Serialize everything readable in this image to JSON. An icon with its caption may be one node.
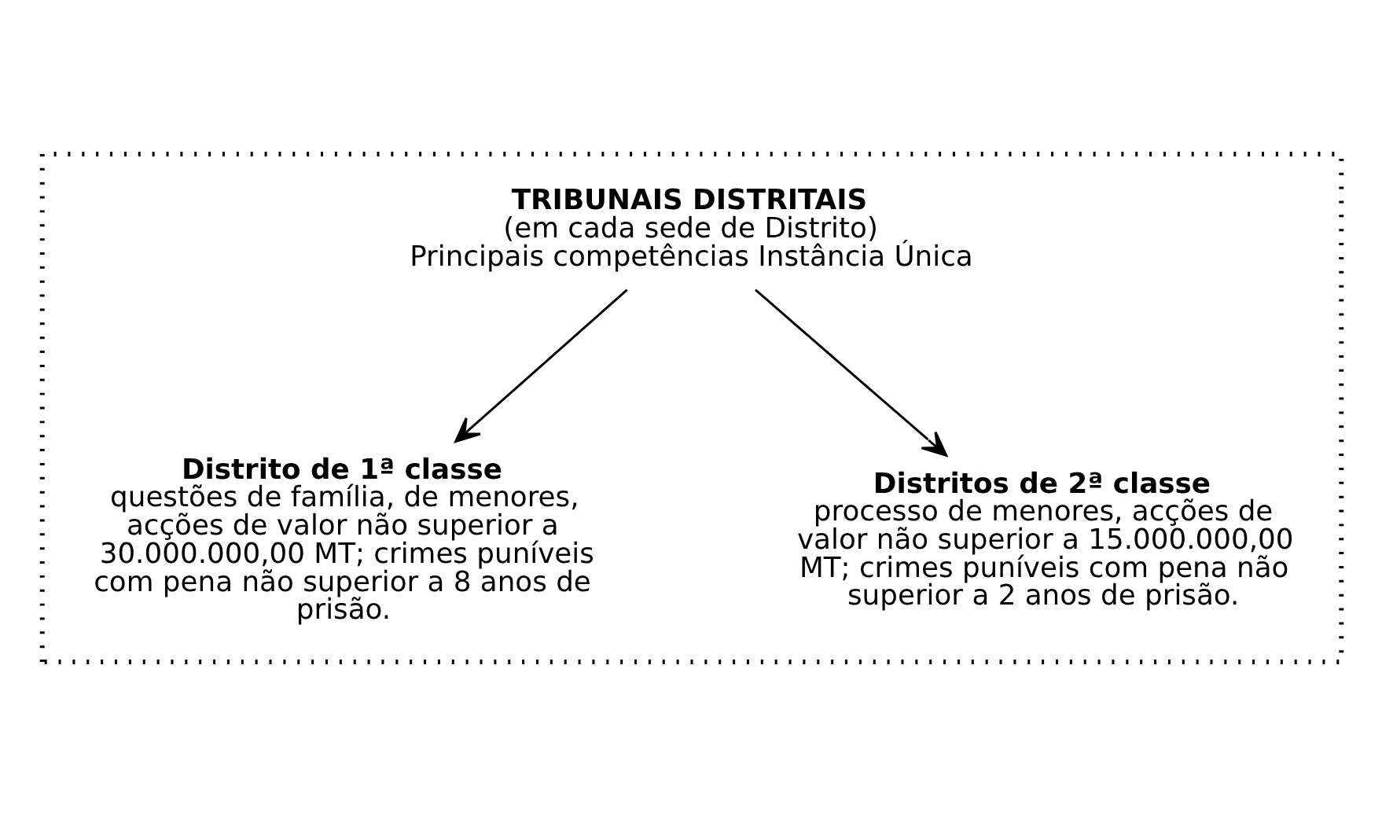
{
  "diagram": {
    "nodes": [
      {
        "text": [],
        "shape": "box"
      },
      {
        "text": [
          "TRIBUNAIS DISTRITAIS",
          "(em cada sede de Distrito)",
          "Principais competências Instância Única"
        ],
        "in": 0
      },
      {
        "text": [
          "Distrito de 1ª classe",
          "questões de família, de menores, acções de valor não superior a 30.000.000,00 MT; crimes puníveis com pena não superior a 8 anos de prisão."
        ],
        "in": 0
      },
      {
        "text": [
          "Distritos de 2ª classe",
          "processo de menores, acções de valor não superior a 15.000.000,00 MT; crimes puníveis com pena não superior a 2 anos de prisão."
        ],
        "in": 0
      }
    ],
    "edges": [
      {
        "from": 1,
        "to": 2,
        "arrow": "to"
      },
      {
        "from": 1,
        "to": 3,
        "arrow": "to"
      }
    ]
  }
}
